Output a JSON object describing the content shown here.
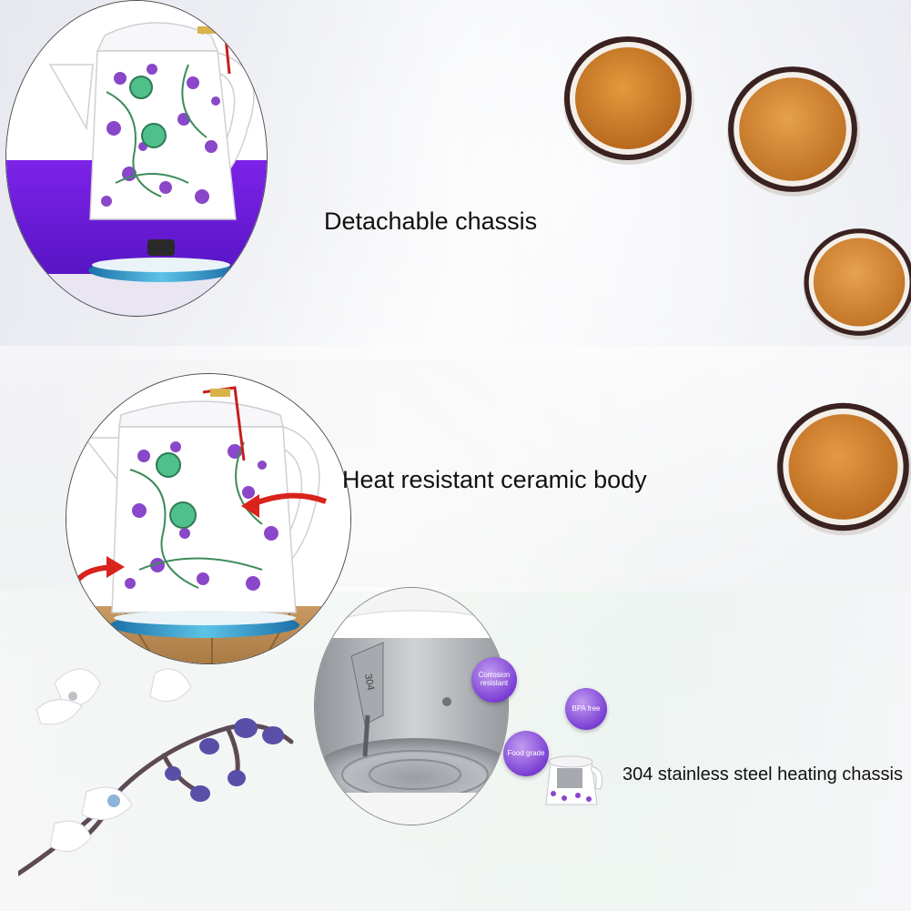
{
  "captions": {
    "detachable": "Detachable chassis",
    "ceramic": "Heat resistant ceramic body",
    "steel": "304 stainless steel heating chassis"
  },
  "badges": {
    "corrosion": "Corrosion resistant",
    "bpa": "BPA free",
    "food": "Food grade"
  },
  "inner_label": "304",
  "colors": {
    "accent_purple": "#7a3fd4",
    "base_blue": "#3aa0d0",
    "tea": "#c9812a",
    "cup_rim": "#3a2220",
    "arrow_red": "#d9231c"
  }
}
